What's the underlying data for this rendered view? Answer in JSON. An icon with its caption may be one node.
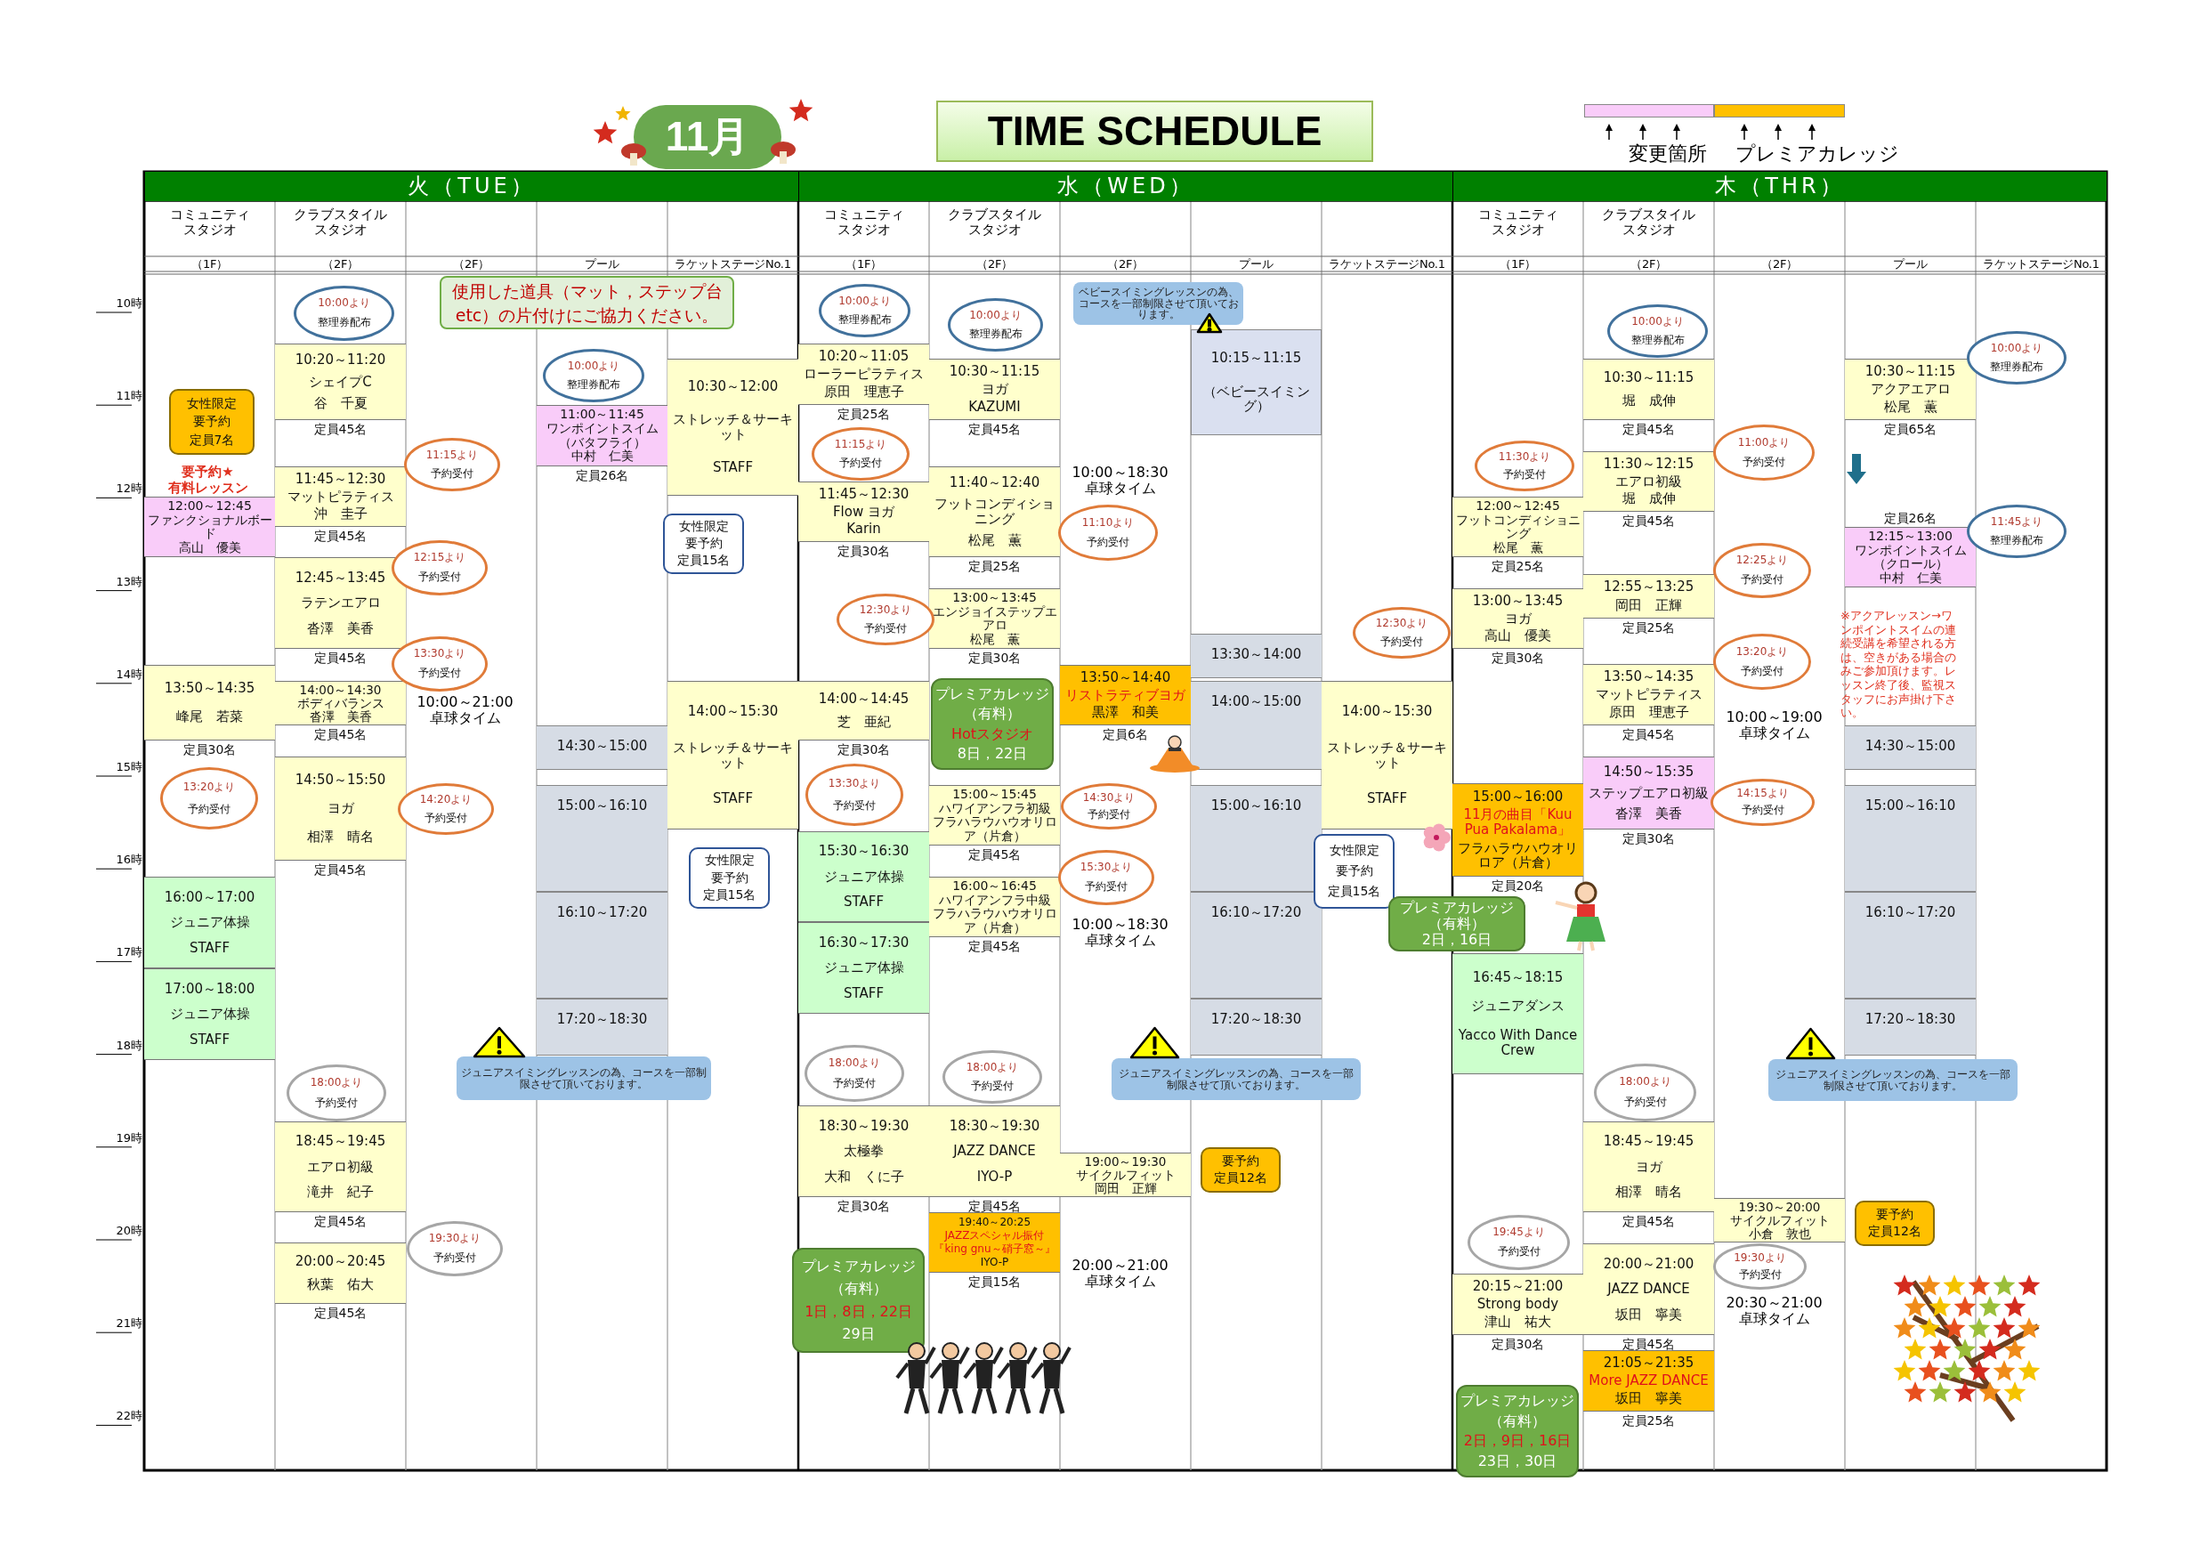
{
  "diagram": {
    "title": "TIME SCHEDULE",
    "nodes": [
      {
        "text": [
          "11月"
        ]
      },
      {
        "text": [
          "火（TUE）"
        ]
      },
      {
        "text": [
          "水（WED）"
        ]
      },
      {
        "text": [
          "木（THR）"
        ]
      },
      {
        "text": [
          "使用した道具（マット，ステップ台etc）の片付けにご協力ください。"
        ]
      },
      {
        "text": [
          "女性限定",
          "要予約",
          "定員7名"
        ]
      },
      {
        "text": [
          "12:00～12:45",
          "ファンクショナルボード",
          "高山　優美"
        ]
      },
      {
        "text": [
          "13:50～14:35",
          "峰尾　若菜"
        ],
        "beside": [
          "定員30名"
        ]
      },
      {
        "text": [
          "13:20より",
          "予約受付"
        ]
      },
      {
        "text": [
          "16:00～17:00",
          "ジュニア体操",
          "STAFF"
        ]
      },
      {
        "text": [
          "17:00～18:00",
          "ジュニア体操",
          "STAFF"
        ]
      },
      {
        "text": [
          "10:00より",
          "整理券配布"
        ]
      },
      {
        "text": [
          "10:20～11:20",
          "シェイプC",
          "谷　千夏"
        ],
        "beside": [
          "定員45名"
        ]
      },
      {
        "text": [
          "11:45～12:30",
          "マットピラティス",
          "沖　圭子"
        ],
        "beside": [
          "定員45名"
        ]
      },
      {
        "text": [
          "12:45～13:45",
          "ラテンエアロ",
          "沓澤　美香"
        ],
        "beside": [
          "定員45名"
        ]
      },
      {
        "text": [
          "14:00～14:30",
          "ボディバランス",
          "沓澤　美香"
        ],
        "beside": [
          "定員45名"
        ]
      },
      {
        "text": [
          "14:50～15:50",
          "ヨガ",
          "相澤　晴名"
        ],
        "beside": [
          "定員45名"
        ]
      },
      {
        "text": [
          "18:00より",
          "予約受付"
        ]
      },
      {
        "text": [
          "18:45～19:45",
          "エアロ初級",
          "滝井　紀子"
        ],
        "beside": [
          "定員45名"
        ]
      },
      {
        "text": [
          "20:00～20:45",
          "秋葉　佑大"
        ],
        "beside": [
          "定員45名"
        ]
      },
      {
        "text": [
          "11:15より",
          "予約受付"
        ]
      },
      {
        "text": [
          "12:15より",
          "予約受付"
        ]
      },
      {
        "text": [
          "13:30より",
          "予約受付"
        ]
      },
      {
        "text": [
          "14:20より",
          "予約受付"
        ]
      },
      {
        "text": [
          "19:30より",
          "予約受付"
        ]
      },
      {
        "text": [
          "10:00より",
          "整理券配布"
        ]
      },
      {
        "text": [
          "11:00～11:45",
          "ワンポイントスイム",
          "（バタフライ）",
          "中村　仁美"
        ],
        "beside": [
          "定員26名"
        ]
      },
      {
        "text": [
          "14:30～15:00"
        ]
      },
      {
        "text": [
          "15:00～16:10"
        ]
      },
      {
        "text": [
          "16:10～17:20"
        ]
      },
      {
        "text": [
          "17:20～18:30"
        ]
      },
      {
        "text": [
          "ジュニアスイミングレッスンの為、コースを一部制限させて頂いております。"
        ]
      },
      {
        "text": [
          "10:30～12:00",
          "ストレッチ＆サーキット",
          "STAFF"
        ]
      },
      {
        "text": [
          "女性限定",
          "要予約",
          "定員15名"
        ]
      },
      {
        "text": [
          "14:00～15:30",
          "ストレッチ＆サーキット",
          "STAFF"
        ]
      },
      {
        "text": [
          "女性限定",
          "要予約",
          "定員15名"
        ]
      },
      {
        "text": [
          "10:00より",
          "整理券配布"
        ]
      },
      {
        "text": [
          "10:20～11:05",
          "ローラーピラティス",
          "原田　理恵子"
        ],
        "beside": [
          "定員25名"
        ]
      },
      {
        "text": [
          "11:15より",
          "予約受付"
        ]
      },
      {
        "text": [
          "11:45～12:30",
          "Flow ヨガ",
          "Karin"
        ],
        "beside": [
          "定員30名"
        ]
      },
      {
        "text": [
          "12:30より",
          "予約受付"
        ]
      },
      {
        "text": [
          "14:00～14:45",
          "芝　亜紀"
        ],
        "beside": [
          "定員30名"
        ]
      },
      {
        "text": [
          "13:30より",
          "予約受付"
        ]
      },
      {
        "text": [
          "15:30～16:30",
          "ジュニア体操",
          "STAFF"
        ]
      },
      {
        "text": [
          "16:30～17:30",
          "ジュニア体操",
          "STAFF"
        ]
      },
      {
        "text": [
          "18:00より",
          "予約受付"
        ]
      },
      {
        "text": [
          "18:30～19:30",
          "太極拳",
          "大和　くに子"
        ],
        "beside": [
          "定員30名"
        ]
      },
      {
        "text": [
          "プレミアカレッジ",
          "（有料）",
          "1日，8日，22日",
          "29日"
        ]
      },
      {
        "text": [
          "10:00より",
          "整理券配布"
        ]
      },
      {
        "text": [
          "10:30～11:15",
          "ヨガ",
          "KAZUMI"
        ],
        "beside": [
          "定員45名"
        ]
      },
      {
        "text": [
          "11:40～12:40",
          "フットコンディショニング",
          "松尾　薫"
        ],
        "beside": [
          "定員25名"
        ]
      },
      {
        "text": [
          "13:00～13:45",
          "エンジョイステップエアロ",
          "松尾　薫"
        ],
        "beside": [
          "定員30名"
        ]
      },
      {
        "text": [
          "プレミアカレッジ",
          "（有料）",
          "Hotスタジオ",
          "8日，22日"
        ]
      },
      {
        "text": [
          "15:00～15:45",
          "ハワイアンフラ初級",
          "フラハラウハウオリロア（片倉）"
        ],
        "beside": [
          "定員45名"
        ]
      },
      {
        "text": [
          "16:00～16:45",
          "ハワイアンフラ中級",
          "フラハラウハウオリロア（片倉）"
        ],
        "beside": [
          "定員45名"
        ]
      },
      {
        "text": [
          "18:00より",
          "予約受付"
        ]
      },
      {
        "text": [
          "18:30～19:30",
          "JAZZ DANCE",
          "IYO-P"
        ],
        "beside": [
          "定員45名"
        ]
      },
      {
        "text": [
          "19:40～20:25",
          "JAZZスペシャル振付",
          "『king gnu～硝子窓～』",
          "IYO-P"
        ],
        "beside": [
          "定員15名"
        ]
      },
      {
        "text": [
          "ベビースイミングレッスンの為、コースを一部制限させて頂いております。"
        ]
      },
      {
        "text": [
          "11:10より",
          "予約受付"
        ]
      },
      {
        "text": [
          "13:50～14:40",
          "リストラティブヨガ",
          "黒澤　和美"
        ],
        "beside": [
          "定員6名"
        ]
      },
      {
        "text": [
          "14:30より",
          "予約受付"
        ]
      },
      {
        "text": [
          "15:30より",
          "予約受付"
        ]
      },
      {
        "text": [
          "19:00～19:30",
          "サイクルフィット",
          "岡田　正輝"
        ]
      },
      {
        "text": [
          "要予約",
          "定員12名"
        ]
      },
      {
        "text": [
          "10:15～11:15",
          "（ベビースイミング）"
        ]
      },
      {
        "text": [
          "13:30～14:00"
        ]
      },
      {
        "text": [
          "14:00～15:00"
        ]
      },
      {
        "text": [
          "15:00～16:10"
        ]
      },
      {
        "text": [
          "16:10～17:20"
        ]
      },
      {
        "text": [
          "17:20～18:30"
        ]
      },
      {
        "text": [
          "ジュニアスイミングレッスンの為、コースを一部制限させて頂いております。"
        ]
      },
      {
        "text": [
          "14:00～15:30",
          "ストレッチ＆サーキット",
          "STAFF"
        ]
      },
      {
        "text": [
          "女性限定",
          "要予約",
          "定員15名"
        ]
      },
      {
        "text": [
          "12:30より",
          "予約受付"
        ]
      },
      {
        "text": [
          "11:30より",
          "予約受付"
        ]
      },
      {
        "text": [
          "12:00～12:45",
          "フットコンディショニング",
          "松尾　薫"
        ],
        "beside": [
          "定員25名"
        ]
      },
      {
        "text": [
          "13:00～13:45",
          "ヨガ",
          "高山　優美"
        ],
        "beside": [
          "定員30名"
        ]
      },
      {
        "text": [
          "15:00～16:00",
          "11月の曲目「Kuu Pua Pakalama」",
          "フラハラウハウオリロア（片倉）"
        ],
        "beside": [
          "定員20名"
        ]
      },
      {
        "text": [
          "プレミアカレッジ",
          "（有料）",
          "2日，16日"
        ]
      },
      {
        "text": [
          "16:45～18:15",
          "ジュニアダンス",
          "Yacco With Dance Crew"
        ]
      },
      {
        "text": [
          "19:45より",
          "予約受付"
        ]
      },
      {
        "text": [
          "20:15～21:00",
          "Strong body",
          "津山　祐大"
        ],
        "beside": [
          "定員30名"
        ]
      },
      {
        "text": [
          "プレミアカレッジ",
          "（有料）",
          "2日，9日，16日",
          "23日，30日"
        ]
      },
      {
        "text": [
          "10:00より",
          "整理券配布"
        ]
      },
      {
        "text": [
          "10:30～11:15",
          "堀　成伸"
        ],
        "beside": [
          "定員45名"
        ]
      },
      {
        "text": [
          "11:30～12:15",
          "エアロ初級",
          "堀　成伸"
        ],
        "beside": [
          "定員45名"
        ]
      },
      {
        "text": [
          "12:55～13:25",
          "岡田　正輝"
        ],
        "beside": [
          "定員25名"
        ]
      },
      {
        "text": [
          "13:50～14:35",
          "マットピラティス",
          "原田　理恵子"
        ],
        "beside": [
          "定員45名"
        ]
      },
      {
        "text": [
          "14:50～15:35",
          "ステップエアロ初級",
          "沓澤　美香"
        ],
        "beside": [
          "定員30名"
        ]
      },
      {
        "text": [
          "18:00より",
          "予約受付"
        ]
      },
      {
        "text": [
          "18:45～19:45",
          "ヨガ",
          "相澤　晴名"
        ],
        "beside": [
          "定員45名"
        ]
      },
      {
        "text": [
          "20:00～21:00",
          "JAZZ DANCE",
          "坂田　寧美"
        ],
        "beside": [
          "定員45名"
        ]
      },
      {
        "text": [
          "21:05～21:35",
          "More JAZZ DANCE",
          "坂田　寧美"
        ],
        "beside": [
          "定員25名"
        ]
      },
      {
        "text": [
          "11:00より",
          "予約受付"
        ]
      },
      {
        "text": [
          "12:25より",
          "予約受付"
        ]
      },
      {
        "text": [
          "13:20より",
          "予約受付"
        ]
      },
      {
        "text": [
          "14:15より",
          "予約受付"
        ]
      },
      {
        "text": [
          "19:30～20:00",
          "サイクルフィット",
          "小倉　敦也"
        ]
      },
      {
        "text": [
          "要予約",
          "定員12名"
        ]
      },
      {
        "text": [
          "19:30より",
          "予約受付"
        ]
      },
      {
        "text": [
          "10:30～11:15",
          "アクアエアロ",
          "松尾　薫"
        ],
        "beside": [
          "定員65名"
        ]
      },
      {
        "text": [
          "12:15～13:00",
          "ワンポイントスイム",
          "（クロール）",
          "中村　仁美"
        ],
        "beside": [
          "定員26名"
        ]
      },
      {
        "text": [
          "14:30～15:00"
        ]
      },
      {
        "text": [
          "15:00～16:10"
        ]
      },
      {
        "text": [
          "16:10～17:20"
        ]
      },
      {
        "text": [
          "17:20～18:30"
        ]
      },
      {
        "text": [
          "ジュニアスイミングレッスンの為、コースを一部制限させて頂いております。"
        ]
      },
      {
        "text": [
          "10:00より",
          "整理券配布"
        ]
      },
      {
        "text": [
          "11:45より",
          "整理券配布"
        ]
      }
    ],
    "labels": [
      "コミュニティスタジオ",
      "クラブスタイルスタジオ",
      "（1F）",
      "（2F）",
      "（2F）",
      "プール",
      "ラケットステージNo.1",
      "コミュニティスタジオ",
      "クラブスタイルスタジオ",
      "（1F）",
      "（2F）",
      "（2F）",
      "プール",
      "ラケットステージNo.1",
      "コミュニティスタジオ",
      "クラブスタイルスタジオ",
      "（1F）",
      "（2F）",
      "（2F）",
      "プール",
      "ラケットステージNo.1",
      "10時",
      "11時",
      "12時",
      "13時",
      "14時",
      "15時",
      "16時",
      "17時",
      "18時",
      "19時",
      "20時",
      "21時",
      "22時",
      "要予約★",
      "有料レッスン",
      "10:00～21:00 卓球タイム",
      "10:00～18:30 卓球タイム",
      "10:00～18:30 卓球タイム",
      "20:00～21:00 卓球タイム",
      "10:00～19:00 卓球タイム",
      "20:30～21:00 卓球タイム",
      "※アクアレッスン→ワンポイントスイムの連続受講を希望される方は、空きがある場合のみご参加頂けます。レッスン終了後、監視スタッフにお声掛け下さい。"
    ],
    "legend": [
      {
        "text": "変更箇所",
        "color": "#f9ccf9"
      },
      {
        "text": "プレミアカレッジ",
        "color": "#ffc000"
      }
    ]
  }
}
